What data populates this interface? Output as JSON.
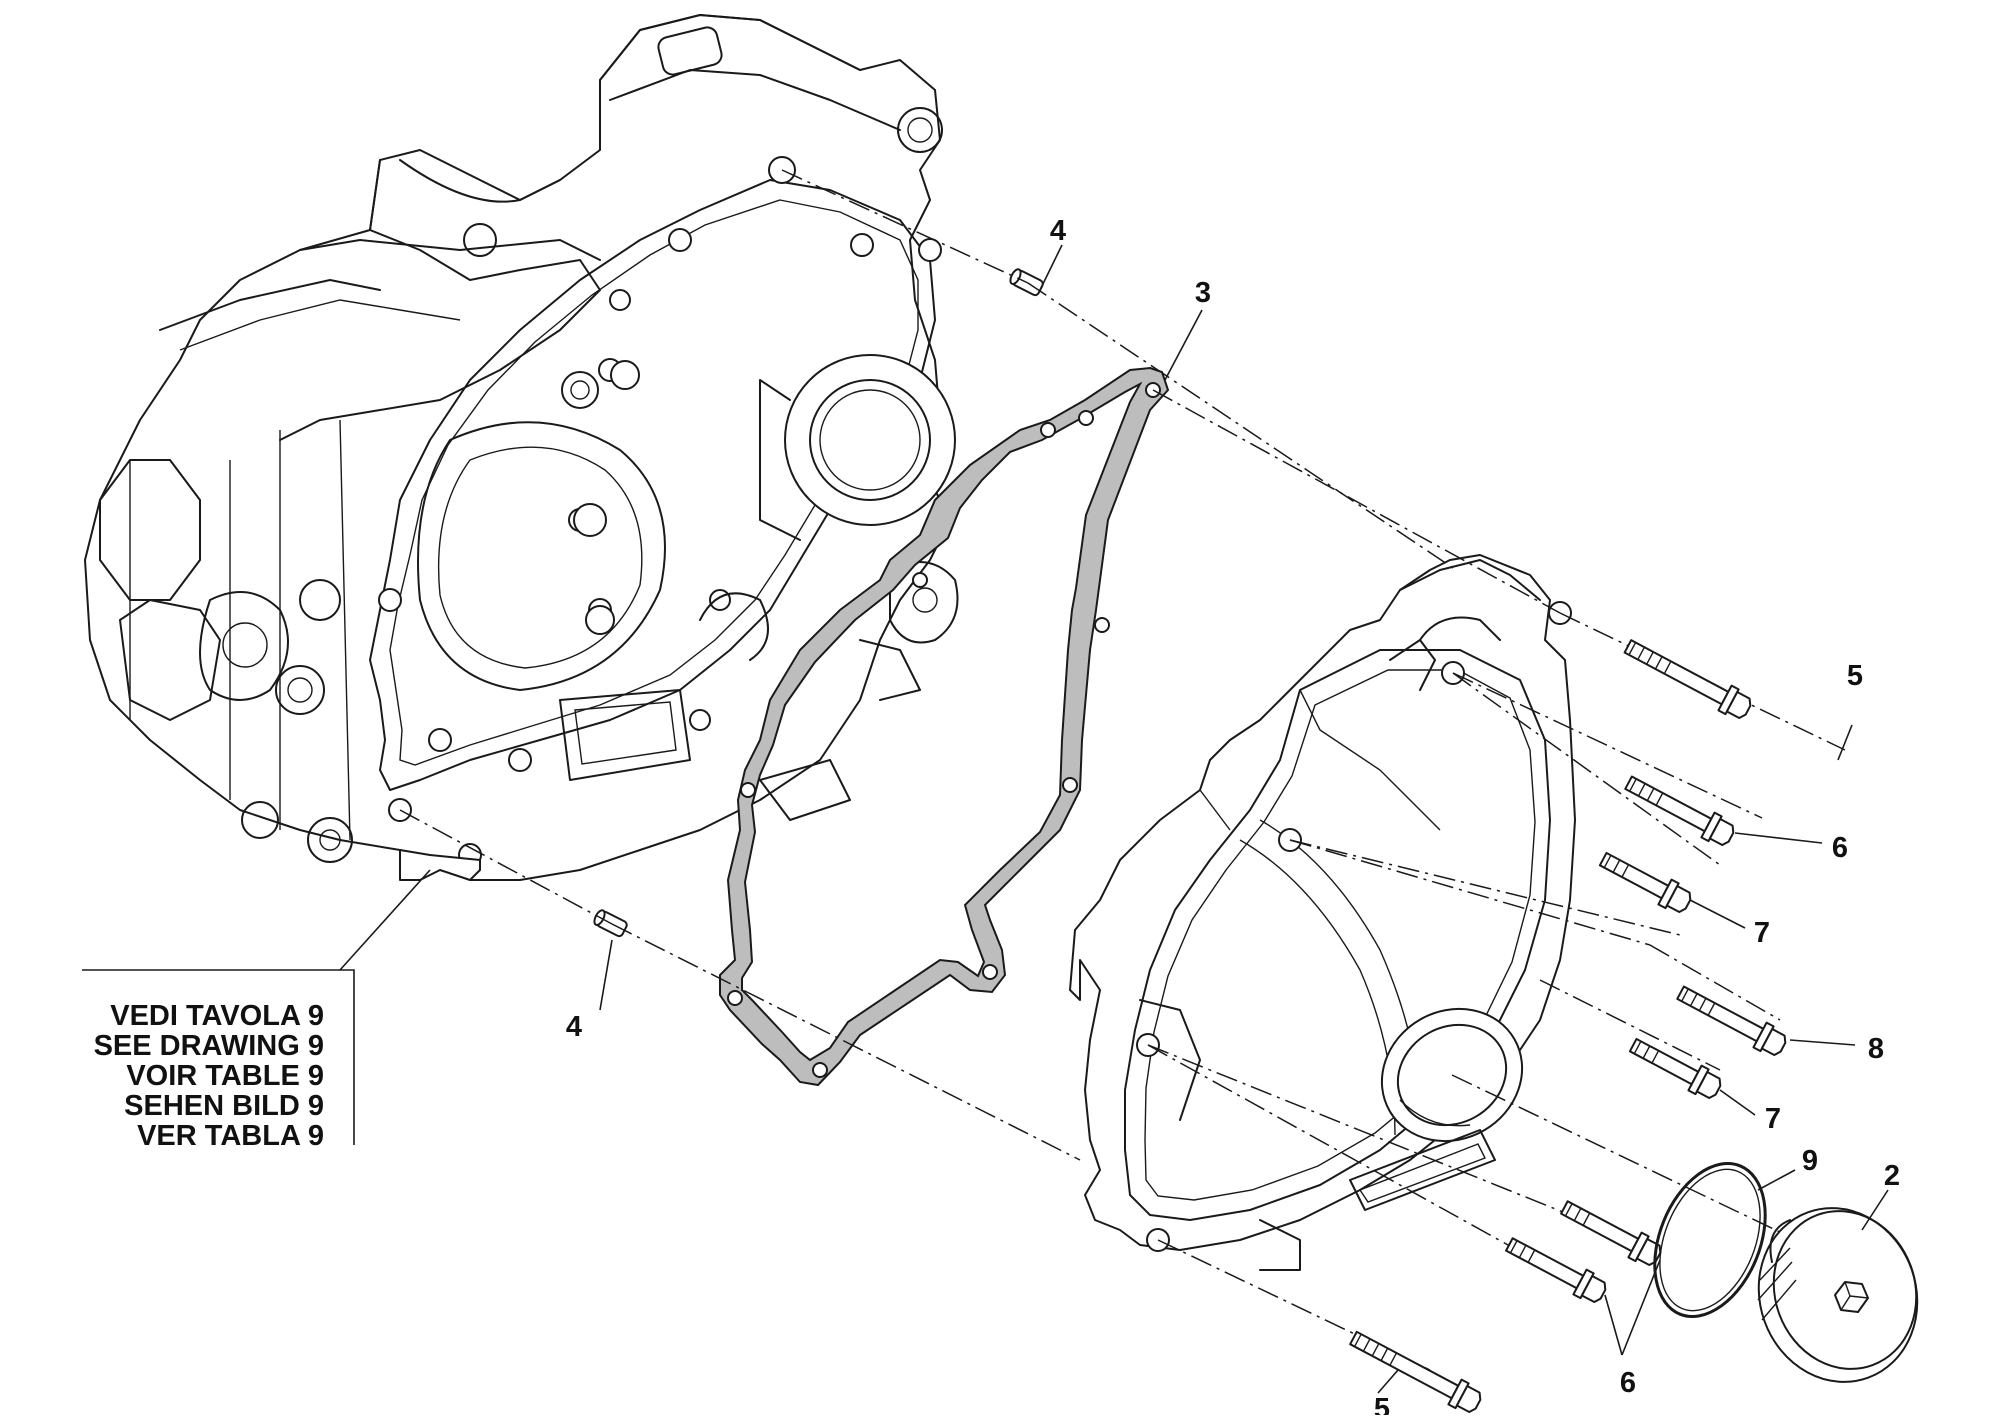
{
  "reference_note": {
    "lines": [
      "VEDI TAVOLA 9",
      "SEE DRAWING 9",
      "VOIR TABLE 9",
      "SEHEN BILD 9",
      "VER TABLA 9"
    ]
  },
  "callouts": {
    "dowel_top": "4",
    "gasket": "3",
    "dowel_bottom": "4",
    "bolt_long_top": "5",
    "bolt_6_top": "6",
    "bolt_7_top": "7",
    "bolt_8": "8",
    "bolt_7_bottom": "7",
    "o_ring": "9",
    "plug": "2",
    "bolts_6_bottom": "6",
    "bolt_long_bottom": "5"
  }
}
